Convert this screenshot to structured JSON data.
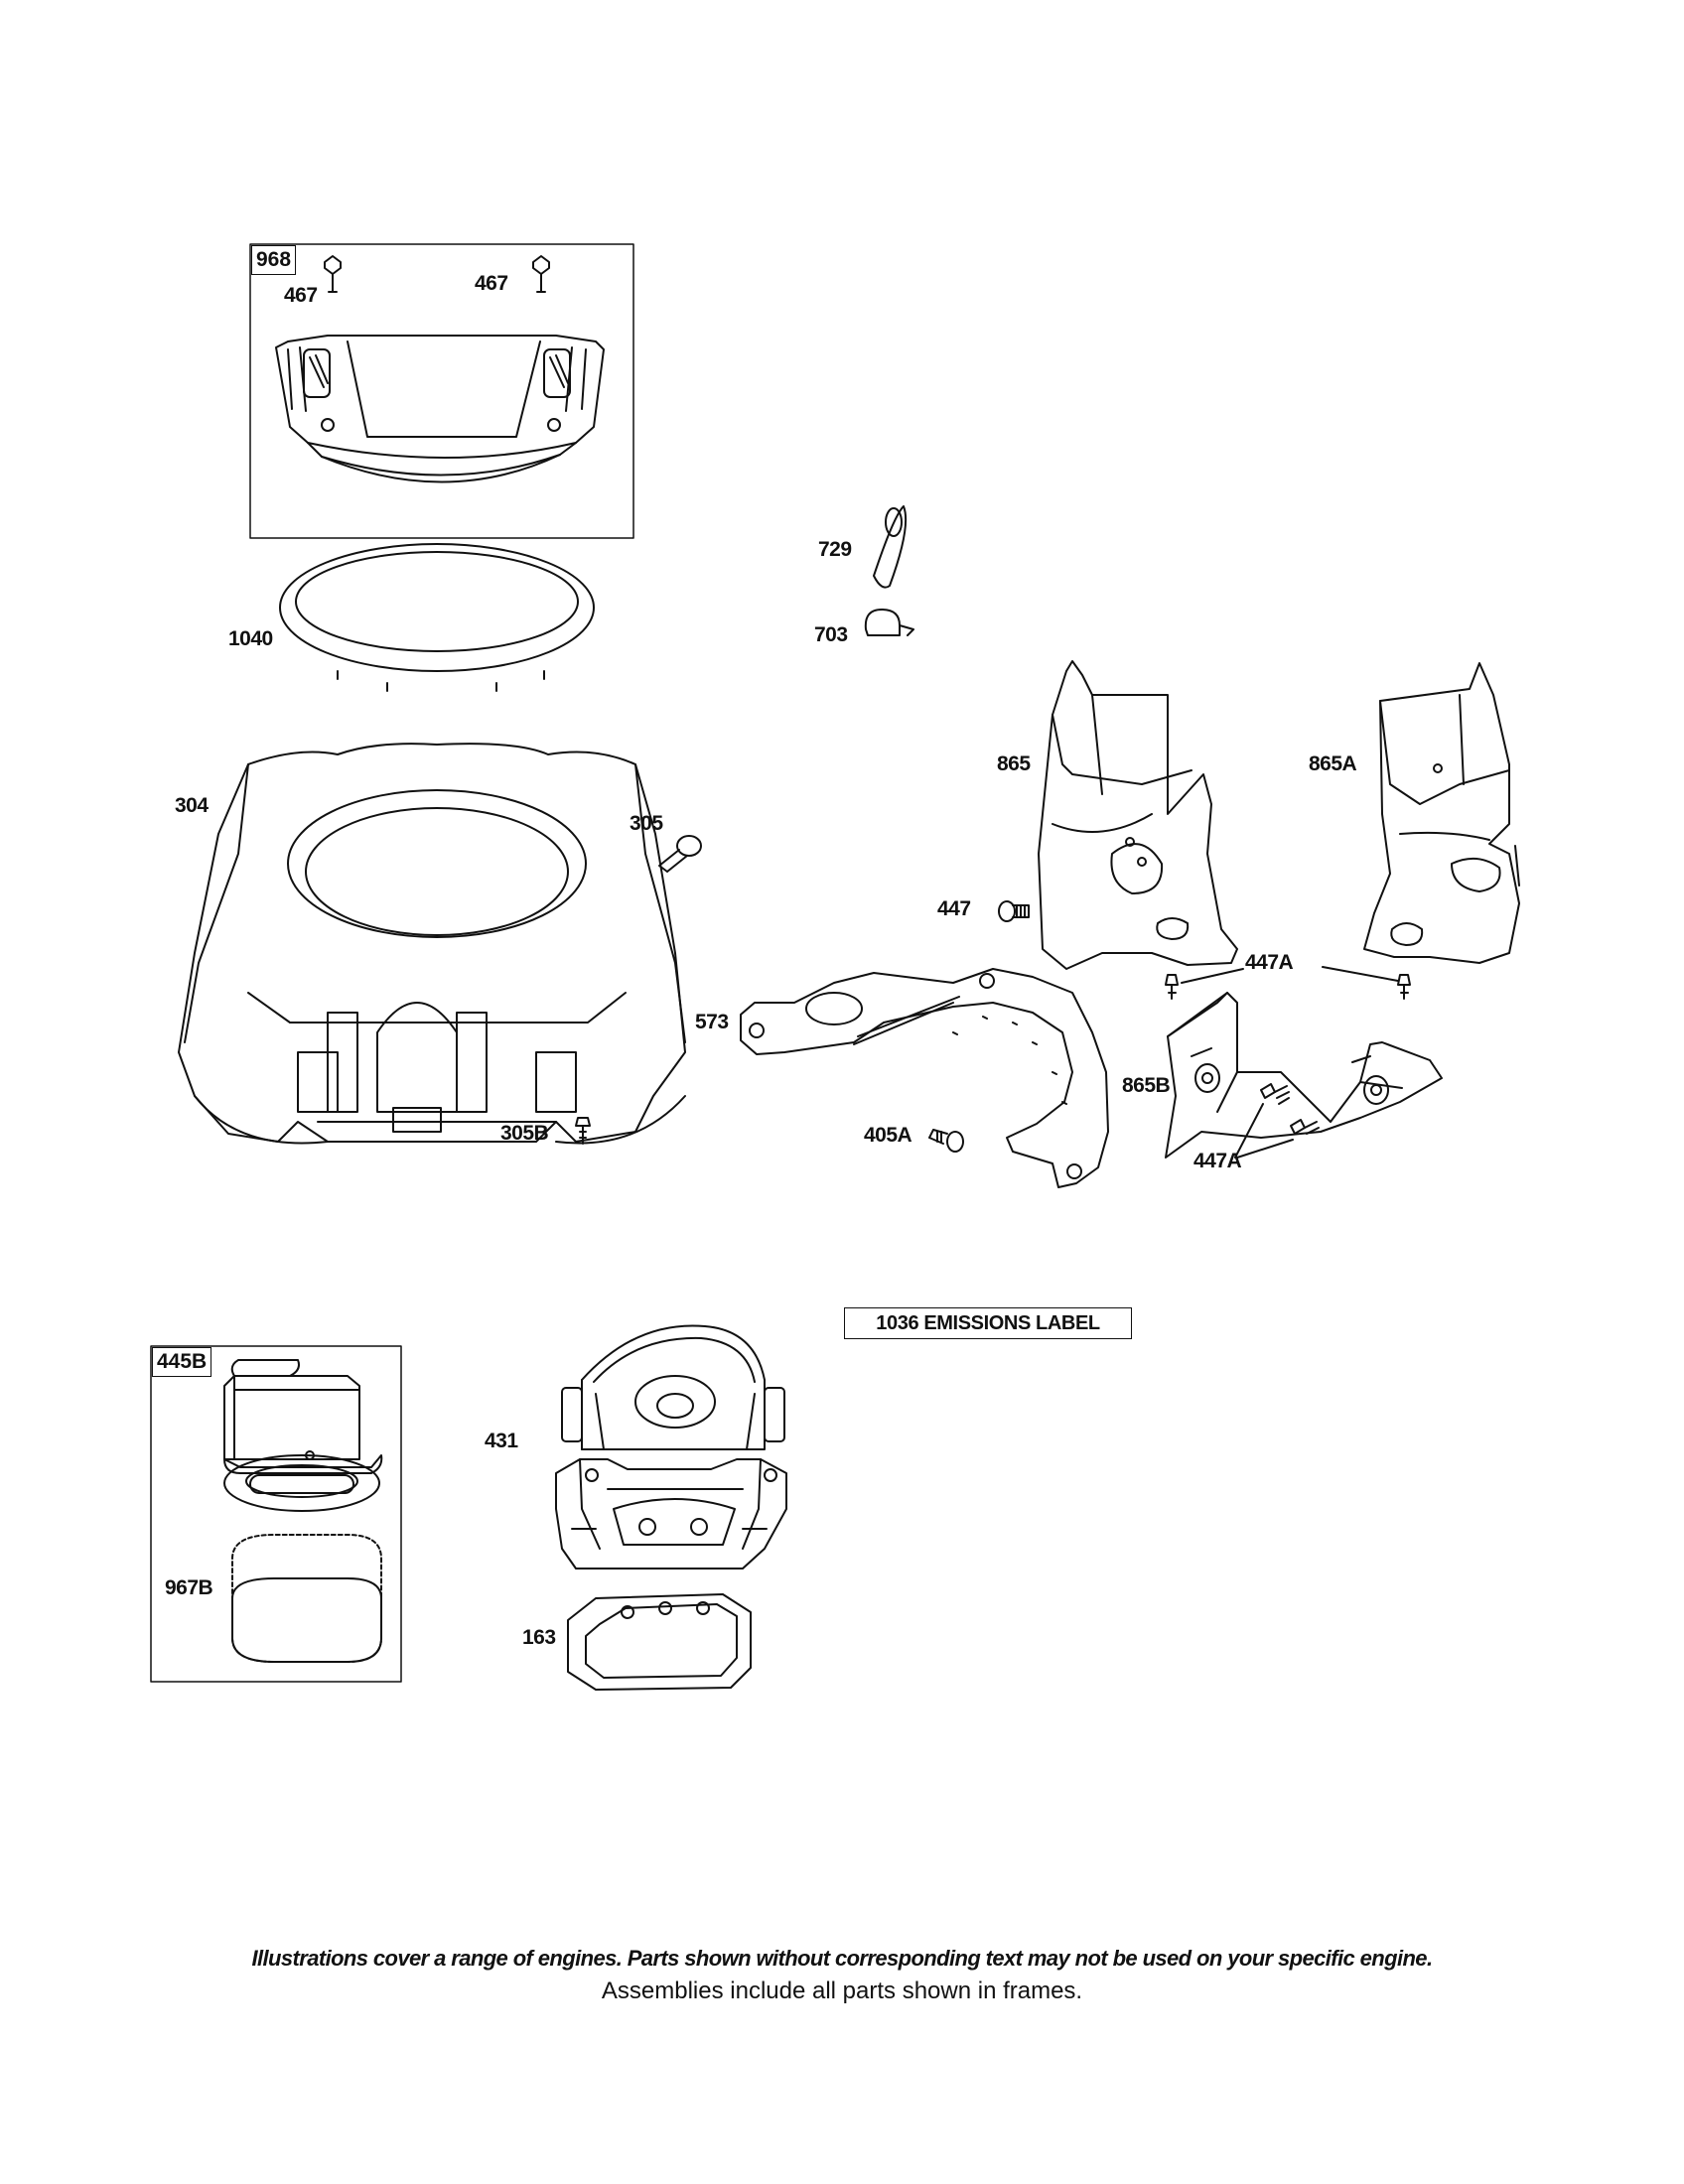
{
  "frames": {
    "f968": "968",
    "f445B": "445B"
  },
  "labels": {
    "l467a": "467",
    "l467b": "467",
    "l1040": "1040",
    "l304": "304",
    "l305": "305",
    "l305B": "305B",
    "l729": "729",
    "l703": "703",
    "l865": "865",
    "l865A": "865A",
    "l447": "447",
    "l447A_top": "447A",
    "l573": "573",
    "l865B": "865B",
    "l405A": "405A",
    "l447A_bottom": "447A",
    "l431": "431",
    "l967B": "967B",
    "l163": "163"
  },
  "emissions_label": "1036 EMISSIONS LABEL",
  "footer": {
    "disclaimer": "Illustrations cover a range of engines. Parts shown without corresponding text may not be used on your specific engine.",
    "assemblies": "Assemblies include all parts shown in frames."
  }
}
